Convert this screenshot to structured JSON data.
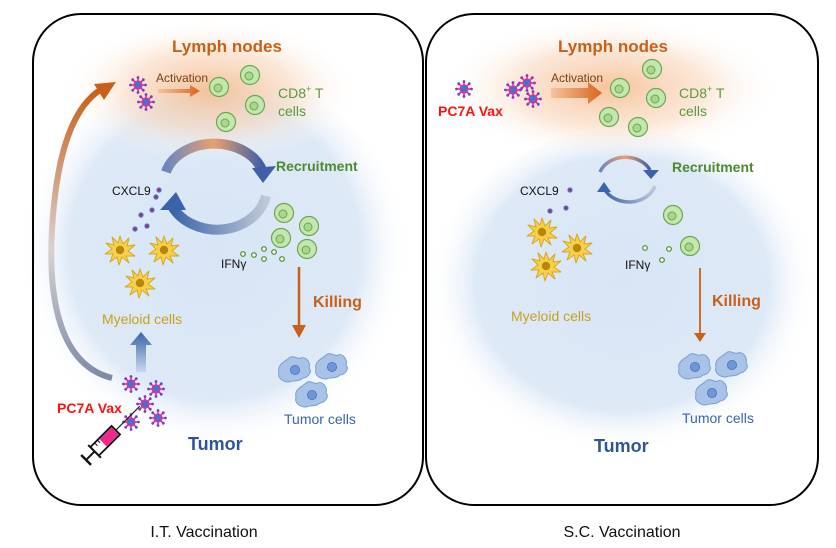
{
  "panels": [
    {
      "id": "it",
      "caption": "I.T. Vaccination",
      "lymph_title": "Lymph nodes",
      "activation_label": "Activation",
      "cd8_label_line1": "CD8",
      "cd8_superscript": "+",
      "cd8_label_line1_suffix": " T",
      "cd8_label_line2": "cells",
      "recruitment_label": "Recruitment",
      "cxcl9_label": "CXCL9",
      "ifng_label": "IFNγ",
      "myeloid_label": "Myeloid cells",
      "killing_label": "Killing",
      "tumor_cells_label": "Tumor cells",
      "tumor_label": "Tumor",
      "vax_label": "PC7A Vax"
    },
    {
      "id": "sc",
      "caption": "S.C. Vaccination",
      "lymph_title": "Lymph nodes",
      "activation_label": "Activation",
      "cd8_label_line1": "CD8",
      "cd8_superscript": "+",
      "cd8_label_line1_suffix": " T",
      "cd8_label_line2": "cells",
      "recruitment_label": "Recruitment",
      "cxcl9_label": "CXCL9",
      "ifng_label": "IFNγ",
      "myeloid_label": "Myeloid cells",
      "killing_label": "Killing",
      "tumor_cells_label": "Tumor cells",
      "tumor_label": "Tumor",
      "vax_label": "PC7A Vax"
    }
  ],
  "colors": {
    "lymph_glow": "#f7c9a3",
    "tumor_glow": "#cfe0f3",
    "orange_arrow": "#c8601a",
    "blue_arrow": "#3a64a8",
    "t_cell_fill": "#c6e6b0",
    "t_cell_stroke": "#6aa84f",
    "vax_core": "#4a6fd0",
    "vax_spikes": "#e0309a",
    "myeloid_fill": "#f7d04a",
    "myeloid_nucleus": "#b8860b",
    "tumor_cell_fill": "#a9c3e8",
    "tumor_cell_nucleus": "#6f96d8",
    "syringe_liquid": "#f0288c"
  }
}
